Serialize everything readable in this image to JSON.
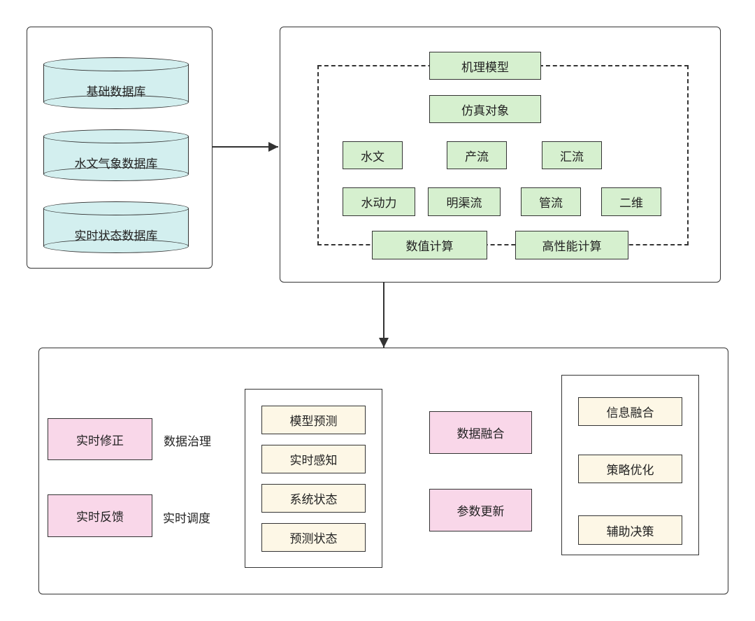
{
  "databases": [
    "基础数据库",
    "水文气象数据库",
    "实时状态数据库"
  ],
  "mechanism": {
    "title": "机理模型",
    "sim_object": "仿真对象",
    "row1": [
      "水文",
      "产流",
      "汇流"
    ],
    "row2": [
      "水动力",
      "明渠流",
      "管流",
      "二维"
    ],
    "compute": [
      "数值计算",
      "高性能计算"
    ]
  },
  "bottom": {
    "left": [
      "实时修正",
      "实时反馈"
    ],
    "edge_labels": [
      "数据治理",
      "实时调度"
    ],
    "states": [
      "模型预测",
      "实时感知",
      "系统状态",
      "预测状态"
    ],
    "outputs": [
      "数据融合",
      "参数更新"
    ],
    "decision": [
      "信息融合",
      "策略优化",
      "辅助决策"
    ]
  }
}
